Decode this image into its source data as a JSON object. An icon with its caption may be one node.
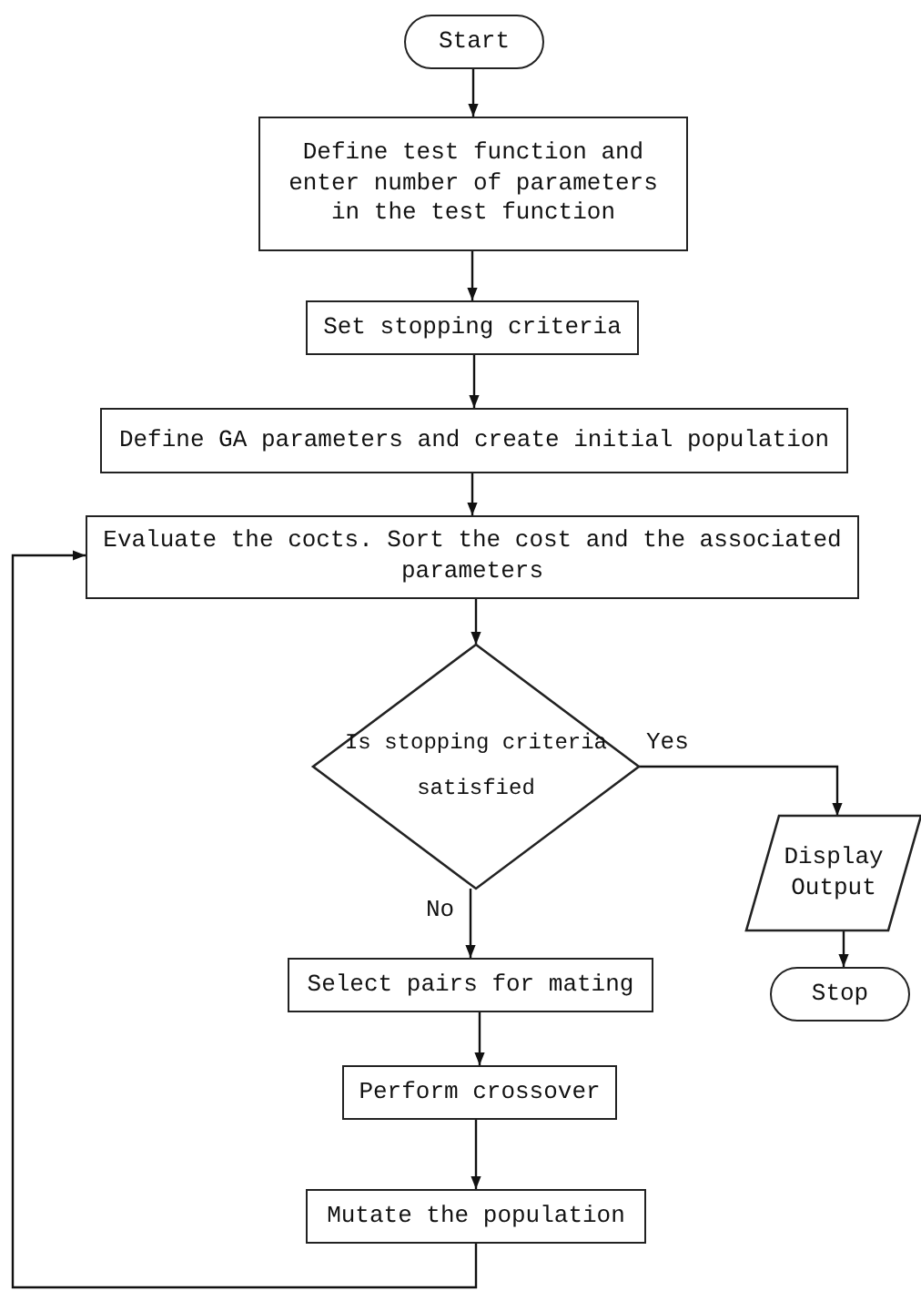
{
  "diagram": {
    "nodes": [
      {
        "text": [
          "Start"
        ]
      },
      {
        "text": [
          "Define test function and enter number of parameters in the test function"
        ]
      },
      {
        "text": [
          "Set stopping criteria"
        ]
      },
      {
        "text": [
          "Define GA parameters and create initial population"
        ]
      },
      {
        "text": [
          "Evaluate the cocts. Sort the cost and the associated parameters"
        ]
      },
      {
        "text": [
          "Is stopping criteria satisfied"
        ]
      },
      {
        "text": [
          "Display Output"
        ]
      },
      {
        "text": [
          "Stop"
        ]
      },
      {
        "text": [
          "Select pairs for mating"
        ]
      },
      {
        "text": [
          "Perform crossover"
        ]
      },
      {
        "text": [
          "Mutate the population"
        ]
      }
    ],
    "edges": [
      {
        "from": 0,
        "to": 1,
        "arrow": "to"
      },
      {
        "from": 1,
        "to": 2,
        "arrow": "to"
      },
      {
        "from": 2,
        "to": 3,
        "arrow": "to"
      },
      {
        "from": 3,
        "to": 4,
        "arrow": "to"
      },
      {
        "from": 4,
        "to": 5,
        "arrow": "to"
      },
      {
        "from": 5,
        "to": 6,
        "arrow": "to",
        "label": "Yes"
      },
      {
        "from": 6,
        "to": 7,
        "arrow": "to"
      },
      {
        "from": 5,
        "to": 8,
        "arrow": "to",
        "label": "No"
      },
      {
        "from": 8,
        "to": 9,
        "arrow": "to"
      },
      {
        "from": 9,
        "to": 10,
        "arrow": "to"
      },
      {
        "from": 10,
        "to": 4,
        "arrow": "to"
      }
    ]
  }
}
